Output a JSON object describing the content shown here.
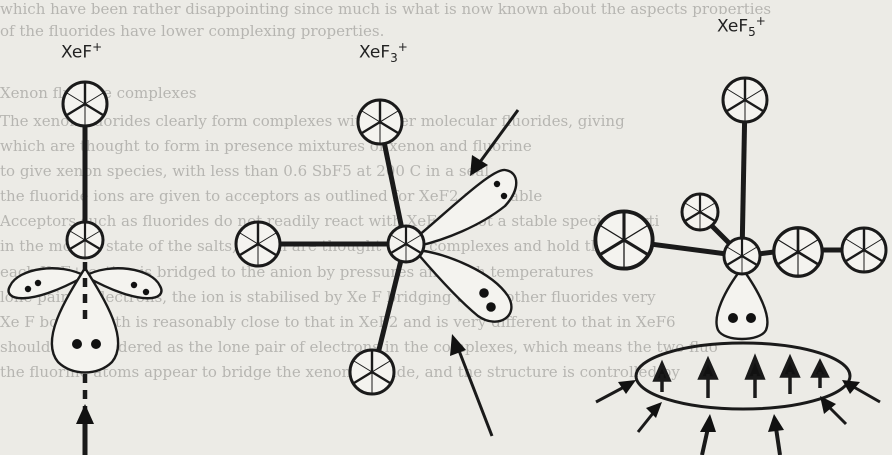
{
  "background_text": [
    "which have been rather disappointing since much is what is now known about the aspects properties",
    "of the fluorides have lower complexing properties.",
    "Xenon fluoride complexes",
    "The xenon fluorides clearly form complexes with other molecular fluorides, giving",
    "which are thought to form in presence mixtures of xenon and fluorine",
    "to give xenon species, with less than 0.6 SbF5 at 200 C in a seal",
    "the fluoride ions are given to acceptors as outlined for XeF2 and stable",
    "Acceptors such as fluorides do not readily react with XeF6 is not a stable species parti",
    "in the molten state of the salts, which are thought to be complexes and hold there",
    "each XeF+ cation is bridged to the anion by pressures and high temperatures",
    "lone pair of electrons, the ion is stabilised by Xe F bridging to the other fluorides very",
    "Xe F bond length is reasonably close to that in XeF2 and is very different to that in XeF6",
    "should be considered as the lone pair of electrons in the complexes, which means the two fluo",
    "the fluorine atoms appear to bridge the xenon fluoride, and the structure is controlled by"
  ],
  "labels": {
    "xef_plus": {
      "base": "XeF",
      "sup": "+"
    },
    "xef3_plus": {
      "base": "XeF",
      "sub": "3",
      "sup": "+"
    },
    "xef5_plus": {
      "base": "XeF",
      "sub": "5",
      "sup": "+"
    }
  },
  "diagram": {
    "molecules": [
      "XeF+",
      "XeF3+",
      "XeF5+"
    ]
  }
}
